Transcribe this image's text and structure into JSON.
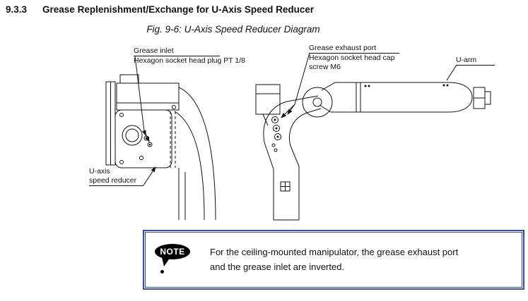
{
  "page": {
    "section_number": "9.3.3",
    "section_title": "Grease Replenishment/Exchange for U-Axis Speed Reducer",
    "figure_caption": "Fig. 9-6: U-Axis Speed Reducer Diagram"
  },
  "labels": {
    "grease_inlet": {
      "line1": "Grease inlet",
      "line2": "Hexagon socket head plug PT 1/8"
    },
    "grease_exhaust": {
      "line1": "Grease exhaust port",
      "line2": "Hexagon socket head cap",
      "line3": "screw M6"
    },
    "u_arm": {
      "line1": "U-arm"
    },
    "u_axis_reducer": {
      "line1": "U-axis",
      "line2": "speed reducer"
    }
  },
  "note": {
    "badge": "NOTE",
    "text": "For the ceiling-mounted manipulator, the grease exhaust port and the grease inlet are inverted.",
    "border_color": "#3a4fa3"
  },
  "colors": {
    "line": "#111111",
    "text": "#111111",
    "background": "#ffffff"
  }
}
